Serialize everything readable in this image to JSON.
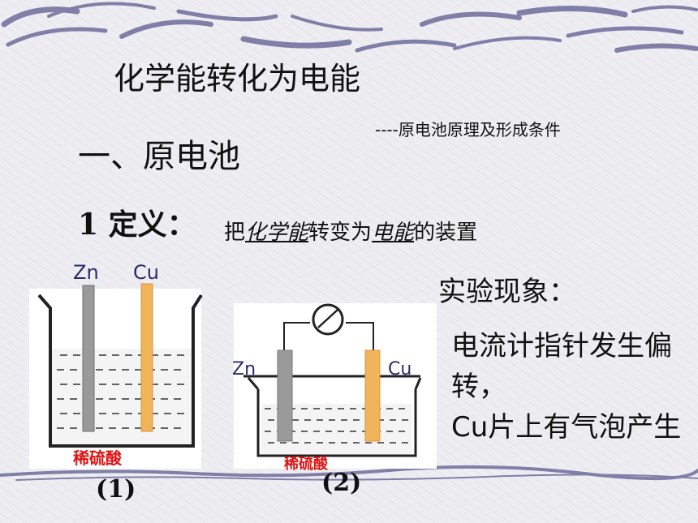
{
  "slide": {
    "title": "化学能转化为电能",
    "subtitle": "----原电池原理及形成条件",
    "section_heading": "一、原电池",
    "definition": {
      "label": "1 定义：",
      "text_1": "把",
      "emph_1": "化学能",
      "text_2": "转变为",
      "emph_2": "电能",
      "text_3": "的装置"
    },
    "observation": {
      "heading": "实验现象：",
      "lines": [
        "电流计指针发生偏转，",
        "Cu片上有气泡产生"
      ]
    },
    "figure_1": {
      "electrode_left": "Zn",
      "electrode_right": "Cu",
      "solution": "稀硫酸",
      "label": "(1)"
    },
    "figure_2": {
      "electrode_left": "Zn",
      "electrode_right": "Cu",
      "solution": "稀硫酸",
      "label": "(2)"
    }
  },
  "colors": {
    "background": "#eeeef2",
    "decoration": "#7f7fa8",
    "zinc": "#9a9a9a",
    "copper": "#f0b45a",
    "solution_label": "#e01414"
  }
}
